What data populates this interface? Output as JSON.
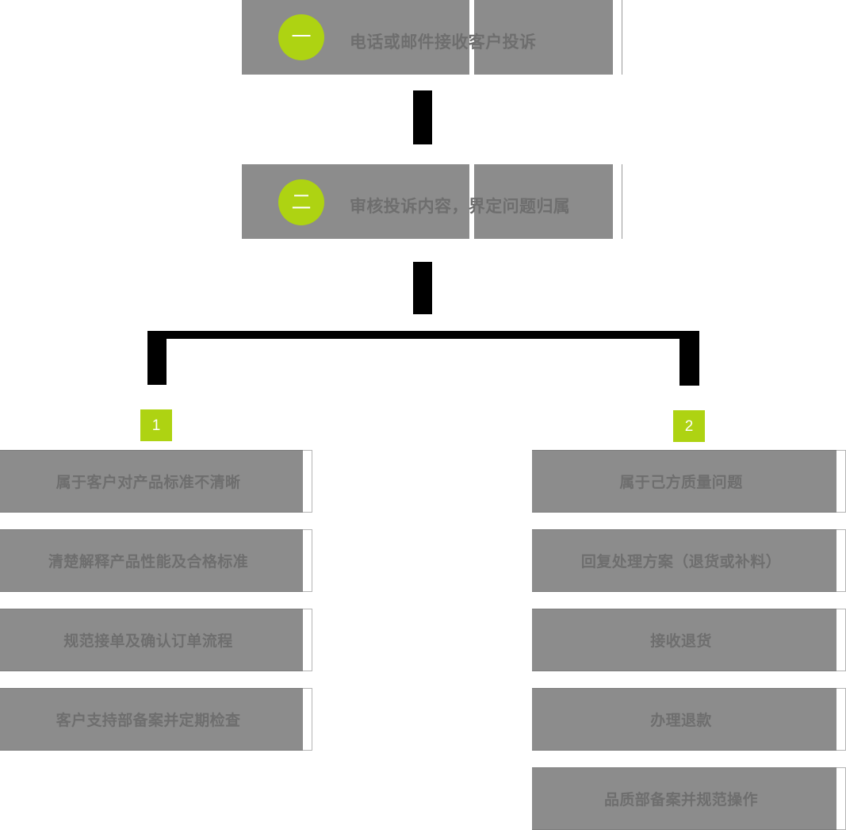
{
  "colors": {
    "accent_green": "#aed312",
    "box_gray": "#8c8c8c",
    "text_gray": "#6e6e6e",
    "connector_black": "#000000",
    "background": "#ffffff"
  },
  "steps": [
    {
      "marker": "一",
      "marker_name": "step-marker-one",
      "label": "电话或邮件接收客户投诉"
    },
    {
      "marker": "二",
      "marker_name": "step-marker-two",
      "label": "审核投诉内容，界定问题归属"
    }
  ],
  "branches": [
    {
      "badge": "1",
      "items": [
        {
          "label": "属于客户对产品标准不清晰"
        },
        {
          "label": "清楚解释产品性能及合格标准"
        },
        {
          "label": "规范接单及确认订单流程"
        },
        {
          "label": "客户支持部备案并定期检查"
        }
      ]
    },
    {
      "badge": "2",
      "items": [
        {
          "label": "属于己方质量问题"
        },
        {
          "label": "回复处理方案（退货或补料）"
        },
        {
          "label": "接收退货"
        },
        {
          "label": "办理退款"
        },
        {
          "label": "品质部备案并规范操作"
        }
      ]
    }
  ]
}
